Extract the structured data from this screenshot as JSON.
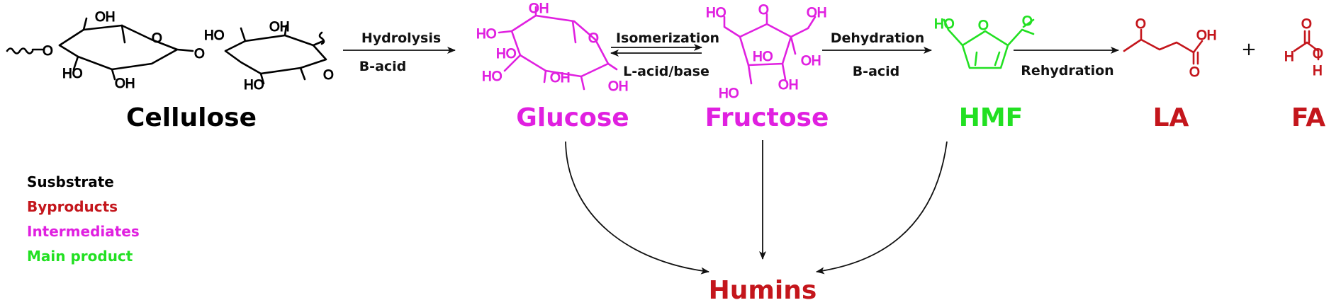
{
  "colors": {
    "substrate": "#000000",
    "byproduct": "#c4161c",
    "intermediate": "#e020e0",
    "main_product": "#22e022"
  },
  "compounds": {
    "cellulose": "Cellulose",
    "glucose": "Glucose",
    "fructose": "Fructose",
    "hmf": "HMF",
    "la": "LA",
    "fa": "FA",
    "humins": "Humins",
    "plus": "+"
  },
  "steps": {
    "hydrolysis": "Hydrolysis",
    "hydrolysis_catalyst": "B-acid",
    "isomerization": "Isomerization",
    "isomerization_catalyst": "L-acid/base",
    "dehydration": "Dehydration",
    "dehydration_catalyst": "B-acid",
    "rehydration": "Rehydration"
  },
  "legend": {
    "substrate": "Susbstrate",
    "byproducts": "Byproducts",
    "intermediates": "Intermediates",
    "main_product": "Main product"
  },
  "atoms": {
    "oh": "OH",
    "ho": "HO",
    "o": "O",
    "h": "H"
  }
}
